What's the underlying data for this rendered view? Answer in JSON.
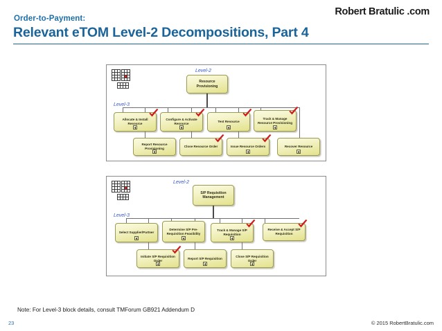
{
  "header": {
    "brand": "Robert Bratulic .com",
    "kicker": "Order-to-Payment:",
    "title": "Relevant eTOM Level-2 Decompositions, Part 4",
    "accent_color": "#1B6499"
  },
  "footer": {
    "note": "Note: For Level-3 block details, consult TMForum GB921 Addendum D",
    "page_number": "23",
    "copyright": "© 2015 RobertBratulic.com"
  },
  "diagrams": [
    {
      "id": "resource-provisioning",
      "level2_label": "Level-2",
      "level3_label": "Level-3",
      "level2_node": {
        "label": "Resource Provisioning",
        "checked": false
      },
      "level3_row1": [
        {
          "label": "Allocate & Install Resource",
          "checked": true,
          "expandable": true
        },
        {
          "label": "Configure & Activate Resource",
          "checked": true,
          "expandable": true
        },
        {
          "label": "Test Resource",
          "checked": true,
          "expandable": true
        },
        {
          "label": "Track & Manage Resource Provisioning",
          "checked": true,
          "expandable": true
        }
      ],
      "level3_row2": [
        {
          "label": "Report Resource Provisioning",
          "checked": false,
          "expandable": true
        },
        {
          "label": "Close Resource Order",
          "checked": true,
          "expandable": false
        },
        {
          "label": "Issue Resource Orders",
          "checked": true,
          "expandable": true
        },
        {
          "label": "Recover Resource",
          "checked": false,
          "expandable": true
        }
      ]
    },
    {
      "id": "sp-requisition-management",
      "level2_label": "Level-2",
      "level3_label": "Level-3",
      "level2_node": {
        "label": "S/P Requisition Management",
        "checked": false
      },
      "level3_row1": [
        {
          "label": "Select Supplier/Partner",
          "checked": false,
          "expandable": true
        },
        {
          "label": "Determine S/P Pre-Requisition Feasibility",
          "checked": false,
          "expandable": true
        },
        {
          "label": "Track & Manage S/P Requisition",
          "checked": true,
          "expandable": true
        },
        {
          "label": "Receive & Accept S/P Requisition",
          "checked": true,
          "expandable": false
        }
      ],
      "level3_row2": [
        {
          "label": "Initiate S/P Requisition Order",
          "checked": true,
          "expandable": true
        },
        {
          "label": "Report S/P Requisition",
          "checked": false,
          "expandable": true
        },
        {
          "label": "Close S/P Requisition Order",
          "checked": false,
          "expandable": true
        }
      ]
    }
  ],
  "icons": {
    "map": "etom-map-icon",
    "check": "red-check-icon",
    "expand": "plus-expand-icon"
  }
}
